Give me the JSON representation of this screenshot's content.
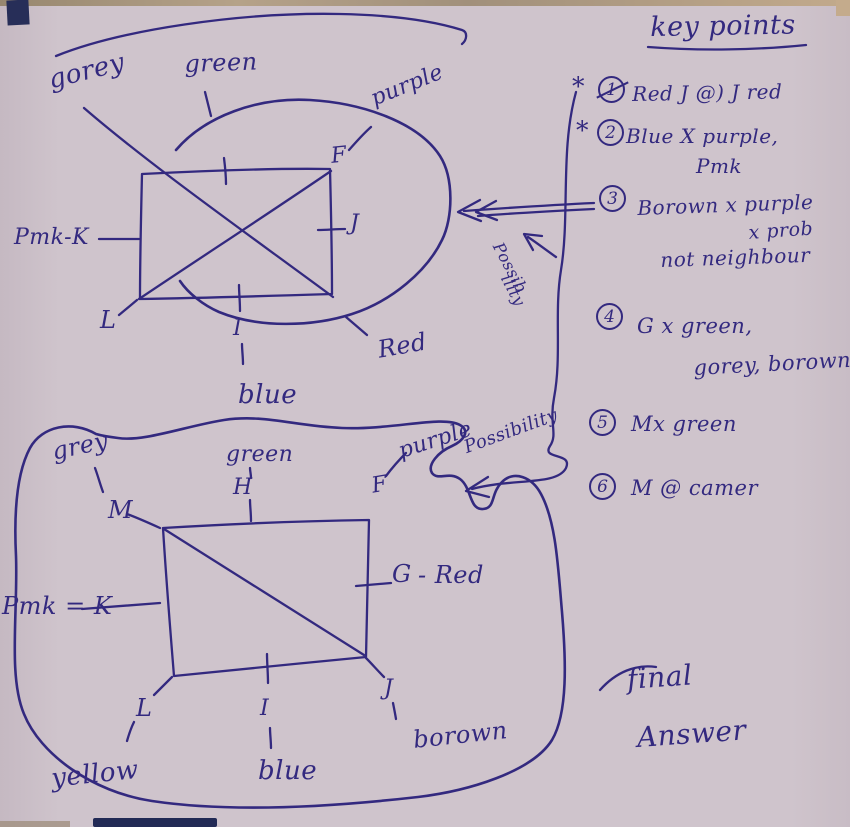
{
  "colors": {
    "ink": "#33297f",
    "paper": "#f6e7f2"
  },
  "heading": {
    "title": "key points"
  },
  "key_points": [
    {
      "marker": "*",
      "num": "1",
      "line1": "Red J @) J red"
    },
    {
      "marker": "*",
      "num": "2",
      "line1": "Blue X purple,",
      "line2": "Pmk"
    },
    {
      "num": "3",
      "line1": "Borown x purple",
      "line2": "x prob",
      "line3": "not neighbour"
    },
    {
      "num": "4",
      "line1": "G x green,",
      "line2": "gorey, borown"
    },
    {
      "num": "5",
      "line1": "Mx green"
    },
    {
      "num": "6",
      "line1": "M @ camer"
    }
  ],
  "diagram1": {
    "labels": {
      "grey": "gorey",
      "green": "green",
      "purple": "purple",
      "f": "F",
      "j": "J",
      "pink_k": "Pmk-K",
      "l": "L",
      "i": "I",
      "blue": "blue",
      "red": "Red"
    }
  },
  "diagram2": {
    "labels": {
      "grey": "grey",
      "m": "M",
      "green": "green",
      "h": "H",
      "purple": "purple",
      "f": "F",
      "g": "G",
      "red": "- Red",
      "pink_k": "Pmk = K",
      "l": "L",
      "yellow": "yellow",
      "i": "I",
      "blue": "blue",
      "j": "J",
      "brown": "borown"
    }
  },
  "annotations": {
    "possibility_top_1": "Possib",
    "possibility_top_2": "ility",
    "possibility_bottom": "Possibility",
    "final_1": "final",
    "final_2": "Answer"
  }
}
